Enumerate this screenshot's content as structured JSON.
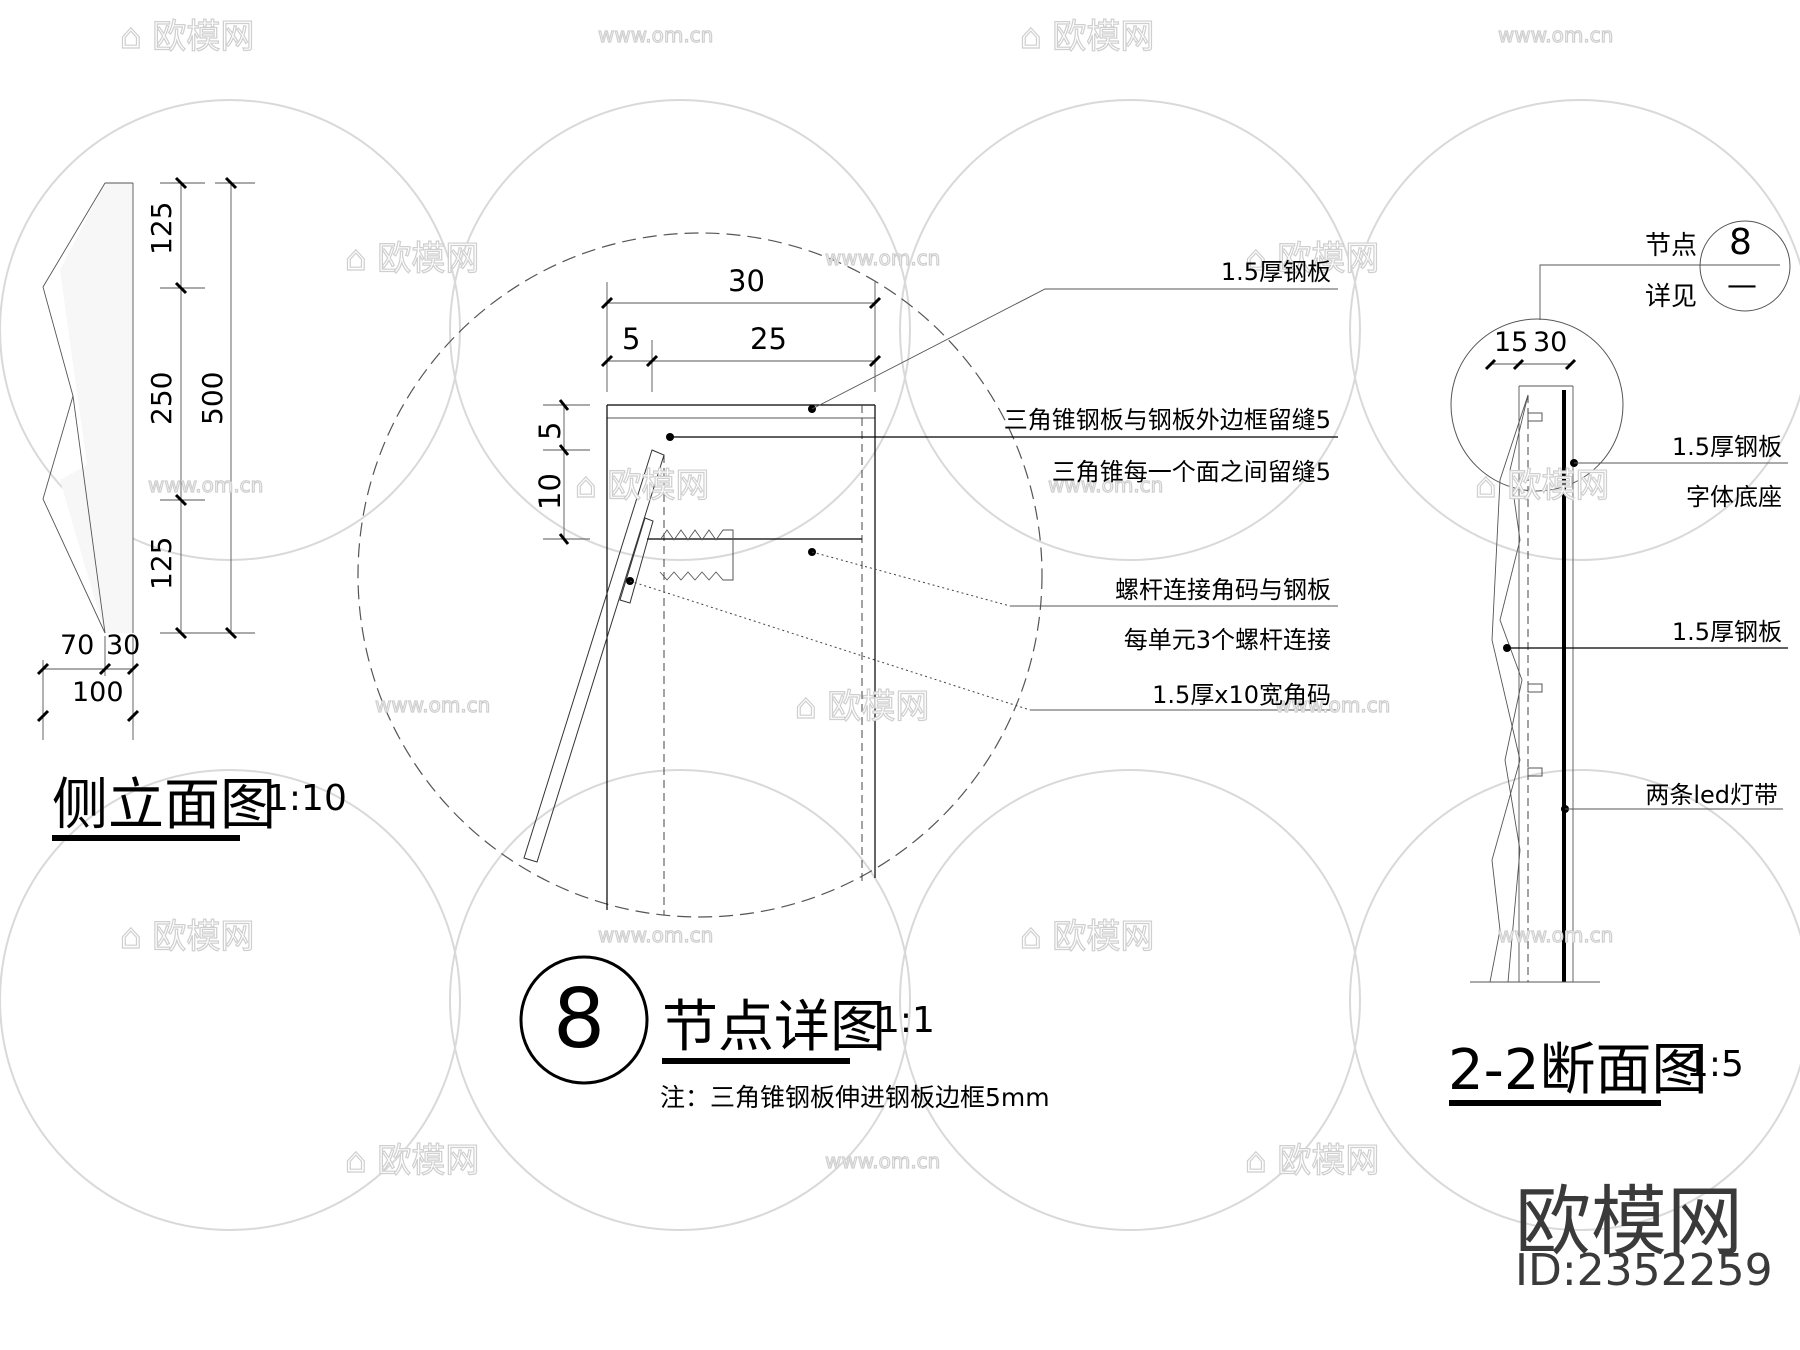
{
  "side_elevation": {
    "title": "侧立面图",
    "scale": "1:10",
    "dims_vertical": [
      "125",
      "250",
      "125"
    ],
    "dim_total": "500",
    "dims_horizontal": [
      "70",
      "30"
    ],
    "dim_horizontal_total": "100"
  },
  "node_detail": {
    "number": "8",
    "title": "节点详图",
    "scale": "1:1",
    "note": "注：三角锥钢板伸进钢板边框5mm",
    "dim_top_total": "30",
    "dim_top_parts": [
      "5",
      "25"
    ],
    "dim_left_parts": [
      "5",
      "10"
    ],
    "callouts": [
      "1.5厚钢板",
      "三角锥钢板与钢板外边框留缝5",
      "三角锥每一个面之间留缝5",
      "螺杆连接角码与钢板",
      "每单元3个螺杆连接",
      "1.5厚x10宽角码"
    ]
  },
  "section_2_2": {
    "title": "2-2断面图",
    "scale": "1:5",
    "ref_label_top": "节点",
    "ref_label_bottom": "详见",
    "ref_number": "8",
    "ref_sheet": "—",
    "dims": [
      "15",
      "30"
    ],
    "callouts": [
      "1.5厚钢板",
      "字体底座",
      "1.5厚钢板",
      "两条led灯带"
    ]
  },
  "watermark": {
    "brand": "欧模网",
    "url": "www.om.cn",
    "id_label": "ID:2352259"
  }
}
